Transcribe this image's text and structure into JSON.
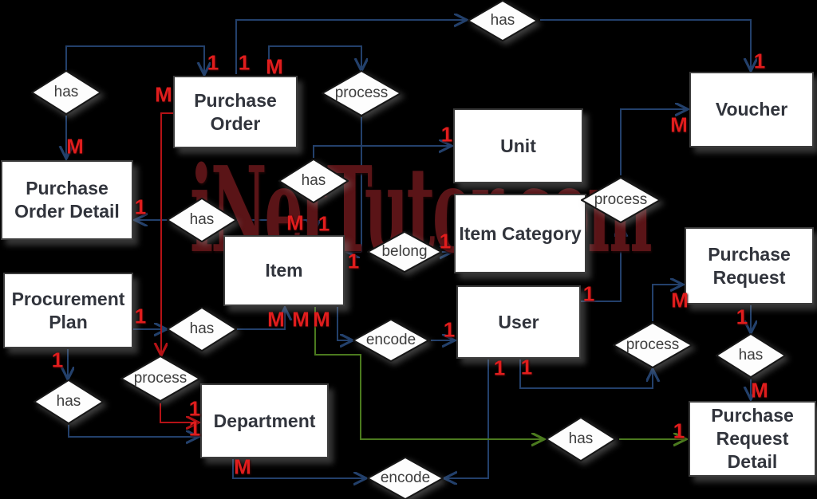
{
  "watermark": {
    "text": "iNetTutor.com"
  },
  "colors": {
    "background": "#000000",
    "entity_fill": "#ffffff",
    "entity_border": "#3c3c3c",
    "line_blue": "#23406b",
    "line_red": "#b51216",
    "line_green": "#4b7a1e",
    "cardinality_red": "#e01d1d",
    "watermark_red": "#5a1417"
  },
  "entities": [
    {
      "id": "purchase-order",
      "label": "Purchase Order"
    },
    {
      "id": "purchase-order-detail",
      "label": "Purchase Order Detail"
    },
    {
      "id": "procurement-plan",
      "label": "Procurement Plan"
    },
    {
      "id": "item",
      "label": "Item"
    },
    {
      "id": "department",
      "label": "Department"
    },
    {
      "id": "unit",
      "label": "Unit"
    },
    {
      "id": "item-category",
      "label": "Item Category"
    },
    {
      "id": "user",
      "label": "User"
    },
    {
      "id": "voucher",
      "label": "Voucher"
    },
    {
      "id": "purchase-request",
      "label": "Purchase Request"
    },
    {
      "id": "purchase-request-detail",
      "label": "Purchase Request Detail"
    }
  ],
  "relationships": [
    {
      "label": "has"
    },
    {
      "label": "has"
    },
    {
      "label": "process"
    },
    {
      "label": "has"
    },
    {
      "label": "has"
    },
    {
      "label": "belong"
    },
    {
      "label": "process"
    },
    {
      "label": "has"
    },
    {
      "label": "process"
    },
    {
      "label": "has"
    },
    {
      "label": "encode"
    },
    {
      "label": "process"
    },
    {
      "label": "has"
    },
    {
      "label": "encode"
    },
    {
      "label": "has"
    }
  ],
  "cardinalities": [
    "1",
    "1",
    "M",
    "M",
    "M",
    "1",
    "M",
    "1",
    "1",
    "1",
    "1",
    "1",
    "M",
    "1",
    "M",
    "1",
    "M",
    "M",
    "M",
    "1",
    "1",
    "1",
    "M",
    "1",
    "1",
    "1",
    "1",
    "M",
    "1"
  ],
  "edges": [
    {
      "from": "Purchase Order",
      "rel": "has",
      "to": "Purchase Order Detail",
      "from_card": "1",
      "to_card": "M"
    },
    {
      "from": "Purchase Order",
      "rel": "has",
      "to": "Voucher",
      "from_card": "1",
      "to_card": "1"
    },
    {
      "from": "Purchase Order",
      "rel": "process",
      "to": "Item",
      "from_card": "M",
      "to_card": "1"
    },
    {
      "from": "Purchase Order",
      "rel": "process",
      "to": "Department",
      "from_card": "M",
      "to_card": "1"
    },
    {
      "from": "Purchase Order Detail",
      "rel": "has",
      "to": "Item",
      "from_card": "1",
      "to_card": "M"
    },
    {
      "from": "Item",
      "rel": "has",
      "to": "Unit",
      "from_card": "M",
      "to_card": "1"
    },
    {
      "from": "Item",
      "rel": "belong",
      "to": "Item Category",
      "from_card": "1",
      "to_card": "1"
    },
    {
      "from": "Procurement Plan",
      "rel": "has",
      "to": "Item",
      "from_card": "1",
      "to_card": "M"
    },
    {
      "from": "Procurement Plan",
      "rel": "has",
      "to": "Department",
      "from_card": "1",
      "to_card": "1"
    },
    {
      "from": "Item",
      "rel": "encode",
      "to": "User",
      "from_card": "M",
      "to_card": "1"
    },
    {
      "from": "Department",
      "rel": "encode",
      "to": "User",
      "from_card": "M",
      "to_card": "1"
    },
    {
      "from": "User",
      "rel": "process",
      "to": "Purchase Request",
      "from_card": "1",
      "to_card": "M"
    },
    {
      "from": "User",
      "rel": "process",
      "to": "Voucher",
      "from_card": "1",
      "to_card": "M"
    },
    {
      "from": "Purchase Request",
      "rel": "has",
      "to": "Purchase Request Detail",
      "from_card": "1",
      "to_card": "M"
    },
    {
      "from": "Item",
      "rel": "has",
      "to": "Purchase Request Detail",
      "from_card": "M",
      "to_card": "1"
    }
  ]
}
